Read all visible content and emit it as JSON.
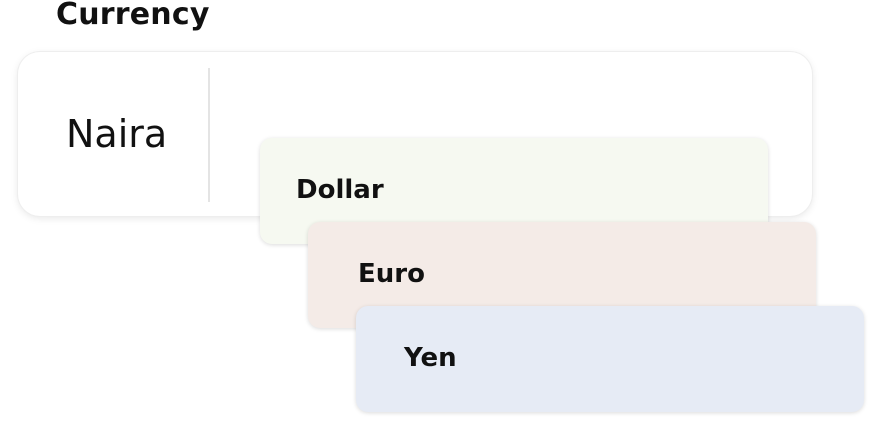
{
  "field": {
    "label": "Currency"
  },
  "select": {
    "selected": "Naira"
  },
  "options": [
    {
      "label": "Dollar",
      "color": "#f6f9f1"
    },
    {
      "label": "Euro",
      "color": "#f4ebe7"
    },
    {
      "label": "Yen",
      "color": "#e6ebf5"
    }
  ]
}
